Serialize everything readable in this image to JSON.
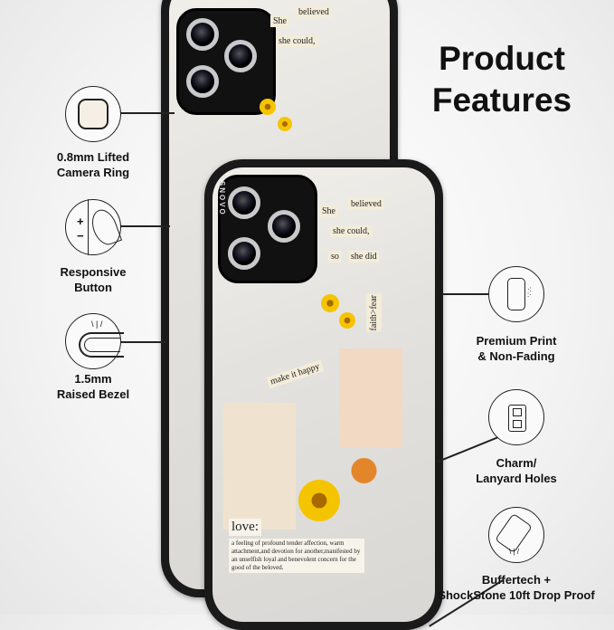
{
  "title": [
    "Product",
    "Features"
  ],
  "features_left": [
    {
      "icon": "camera-ring-icon",
      "label": [
        "0.8mm Lifted",
        "Camera Ring"
      ]
    },
    {
      "icon": "side-button-icon",
      "label": [
        "Responsive",
        "Button"
      ]
    },
    {
      "icon": "raised-bezel-icon",
      "label": [
        "1.5mm",
        "Raised Bezel"
      ]
    }
  ],
  "features_right": [
    {
      "icon": "phone-print-icon",
      "label": [
        "Premium Print",
        "& Non-Fading"
      ]
    },
    {
      "icon": "lanyard-holes-icon",
      "label": [
        "Charm/",
        "Lanyard Holes"
      ]
    },
    {
      "icon": "drop-proof-icon",
      "label": [
        "Buffertech +",
        "ShockStone 10ft Drop Proof"
      ]
    }
  ],
  "case_art": {
    "brand": "MOSNOVO",
    "quote": [
      "She",
      "believed",
      "she could,",
      "so",
      "she did"
    ],
    "faith": "faith>fear",
    "happy": "make it happy",
    "love_word": "love:",
    "love_def": "a feeling of profound tender affection, warm attachment,and devotion for another,manifested by an unselfish loyal and benevolent concern for the good of the beloved."
  },
  "colors": {
    "case_frame": "#1a1a1a",
    "text": "#111111",
    "background": "#f3f3f3"
  }
}
